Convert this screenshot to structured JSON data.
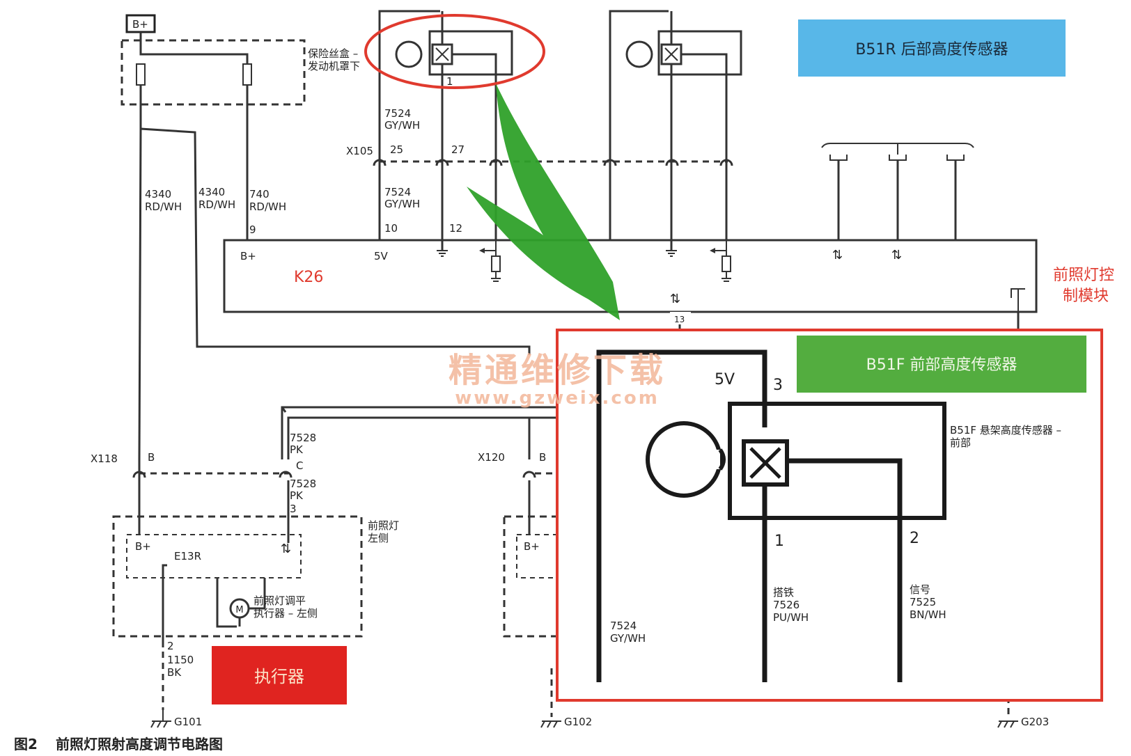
{
  "power": {
    "bplus_box": "B+"
  },
  "fuse_box": {
    "label_line1": "保险丝盒 –",
    "label_line2": "发动机罩下"
  },
  "wires": {
    "w4340a_num": "4340",
    "w4340a_col": "RD/WH",
    "w4340b_num": "4340",
    "w4340b_col": "RD/WH",
    "w740_num": "740",
    "w740_col": "RD/WH",
    "w7524_top_num": "7524",
    "w7524_top_col": "GY/WH",
    "w7524_mid_num": "7524",
    "w7524_mid_col": "GY/WH",
    "w7528a_num": "7528",
    "w7528a_col": "PK",
    "w7528b_num": "7528",
    "w7528b_col": "PK",
    "w1150_num": "1150",
    "w1150_col": "BK"
  },
  "connectors": {
    "x105": "X105",
    "x105_pin25": "25",
    "x105_pin27": "27",
    "x118": "X118",
    "x118_pinB": "B",
    "x118_pinC": "C",
    "x120": "X120",
    "x120_pinB": "B"
  },
  "module": {
    "title": "K26",
    "bplus": "B+",
    "five_v": "5V",
    "pin9": "9",
    "pin10": "10",
    "pin12": "12",
    "pin13": "13",
    "side_label_line1": "前照灯控",
    "side_label_line2": "制模块"
  },
  "labels": {
    "rear_sensor": "B51R 后部高度传感器",
    "front_sensor": "B51F 前部高度传感器",
    "actuator": "执行器"
  },
  "zoom_box": {
    "five_v": "5V",
    "pin3": "3",
    "pin1": "1",
    "pin2": "2",
    "sensor_desc_line1": "B51F 悬架高度传感器 –",
    "sensor_desc_line2": "前部",
    "w7524_num": "7524",
    "w7524_col": "GY/WH",
    "ground_label": "搭铁",
    "w7526_num": "7526",
    "w7526_col": "PU/WH",
    "signal_label": "信号",
    "w7525_num": "7525",
    "w7525_col": "BN/WH"
  },
  "headlamp": {
    "label_line1": "前照灯",
    "label_line2": "左侧",
    "bplus": "B+",
    "component": "E13R",
    "pin3": "3",
    "pin2": "2",
    "motor": "M",
    "actuator_line1": "前照灯调平",
    "actuator_line2": "执行器 – 左侧",
    "right_bplus": "B+"
  },
  "grounds": {
    "g101": "G101",
    "g102": "G102",
    "g203": "G203"
  },
  "watermark": {
    "line1": "精通维修下载",
    "line2": "www.gzweix.com"
  },
  "caption": {
    "figure_no": "图2",
    "title": "前照灯照射高度调节电路图"
  },
  "colors": {
    "highlight_red": "#e03a2e",
    "arrow_green": "#2fa12a",
    "blue_label_bg": "#58b7e8",
    "green_label_bg": "#53ad3f",
    "red_label_bg": "#e02420",
    "watermark": "#f3b79a"
  }
}
